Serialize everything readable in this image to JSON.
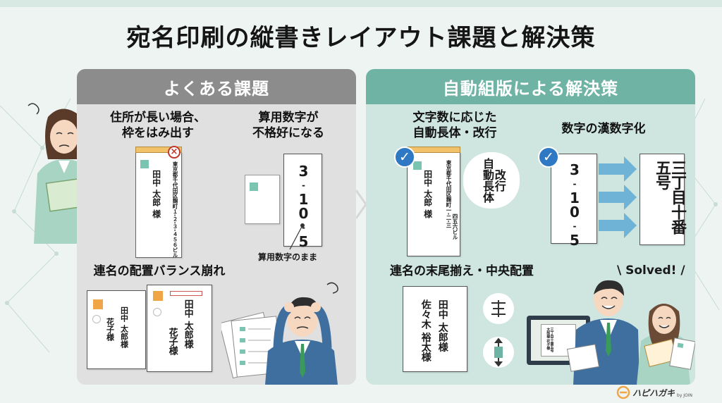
{
  "title": "宛名印刷の縦書きレイアウト課題と解決策",
  "left_panel": {
    "header": "よくある課題",
    "issue1": {
      "line1": "住所が長い場合、",
      "line2": "枠をはみ出す"
    },
    "issue2": {
      "line1": "算用数字が",
      "line2": "不格好になる"
    },
    "issue3": "連名の配置バランス崩れ",
    "envelope1": {
      "address": "東京都千代田区麹町１-２-３-４５６ビル",
      "name": "田中 太郎 様"
    },
    "arabic_digits": [
      "3",
      "-",
      "1",
      "0",
      "-",
      "5"
    ],
    "arabic_note": "算用数字のまま",
    "card_a": {
      "name1": "田中 太郎様",
      "name2": "花子様"
    },
    "card_b": {
      "name1": "田中 太郎様",
      "name2": "花子様"
    }
  },
  "right_panel": {
    "header": "自動組版による解決策",
    "solution1": {
      "line1": "文字数に応じた",
      "line2": "自動長体・改行"
    },
    "solution2": "数字の漢数字化",
    "solution3": "連名の末尾揃え・中央配置",
    "envelope2": {
      "address1": "東京都千代田区麹町一-二-三",
      "address2": "四五六ビル",
      "name": "田中 太郎 様"
    },
    "bubble": {
      "col1": "自動長体",
      "col2": "改行"
    },
    "kanji_src": [
      "3",
      "-",
      "1",
      "0",
      "-",
      "5"
    ],
    "kanji_result": "三丁目十番五号",
    "card_c": {
      "name1": "田中 太郎様",
      "name2": "佐々木 裕太様"
    },
    "solved": "\\ Solved! /",
    "monitor_text": "三丁目十番五号 太郎様 花子様"
  },
  "logo": {
    "main": "ハピハガキ",
    "sub": "by JOIN"
  },
  "colors": {
    "teal": "#6fb3a4",
    "gray": "#8c8c8c",
    "check_blue": "#2f78c4",
    "arrow_blue": "#6fb4d6",
    "error_red": "#c0392b"
  }
}
